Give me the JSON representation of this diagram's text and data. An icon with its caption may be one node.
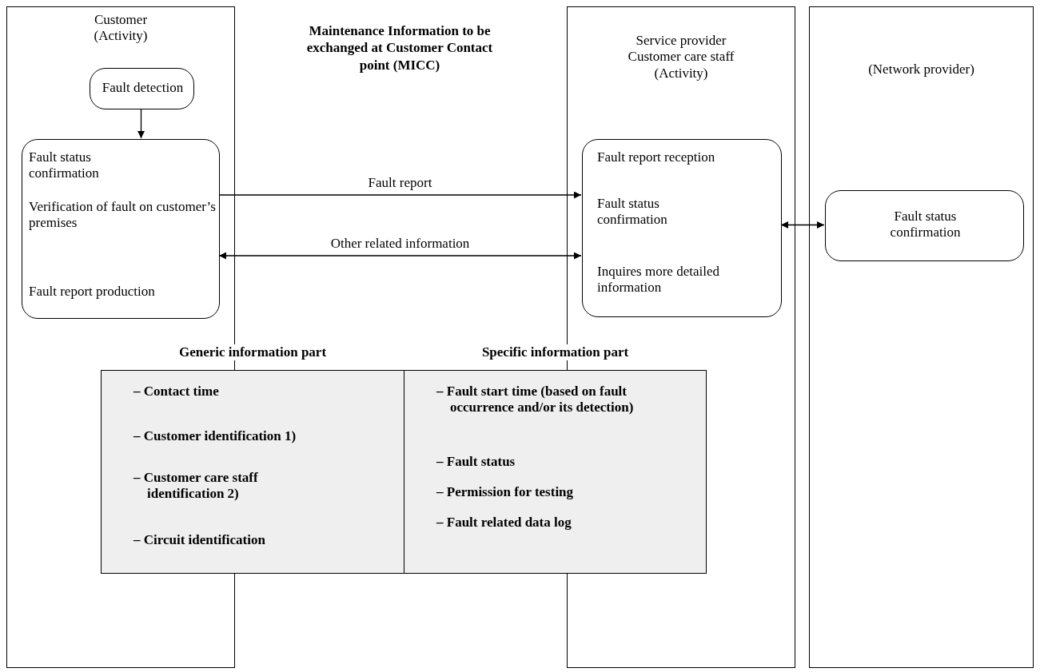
{
  "diagram": {
    "title": "Maintenance Information to be exchanged at Customer Contact point (MICC)",
    "nodes": [
      {
        "text": [
          "Customer (Activity)"
        ]
      },
      {
        "text": [
          "Fault detection"
        ],
        "in": 0
      },
      {
        "text": [
          "Fault status confirmation",
          "Verification of fault on customer’s premises",
          "Fault report production"
        ],
        "in": 0
      },
      {
        "text": [
          "Service provider Customer care staff (Activity)"
        ]
      },
      {
        "text": [
          "Fault report reception",
          "Fault status confirmation",
          "Inquires more detailed information"
        ],
        "in": 3
      },
      {
        "text": [
          "(Network provider)"
        ]
      },
      {
        "text": [
          "Fault status confirmation"
        ],
        "in": 5
      },
      {
        "text": [
          "Generic information part",
          "– Contact time",
          "– Customer identification 1)",
          "– Customer care staff identification 2)",
          "– Circuit identification"
        ]
      },
      {
        "text": [
          "Specific information part",
          "– Fault start time (based on fault occurrence and/or its detection)",
          "– Fault status",
          "– Permission for testing",
          "– Fault related data log"
        ]
      }
    ],
    "edges": [
      {
        "from": 1,
        "to": 2,
        "arrow": "to"
      },
      {
        "from": 2,
        "to": 4,
        "arrow": "to",
        "label": "Fault report"
      },
      {
        "from": 2,
        "to": 4,
        "arrow": "both",
        "label": "Other related information"
      },
      {
        "from": 4,
        "to": 6,
        "arrow": "both"
      }
    ]
  }
}
